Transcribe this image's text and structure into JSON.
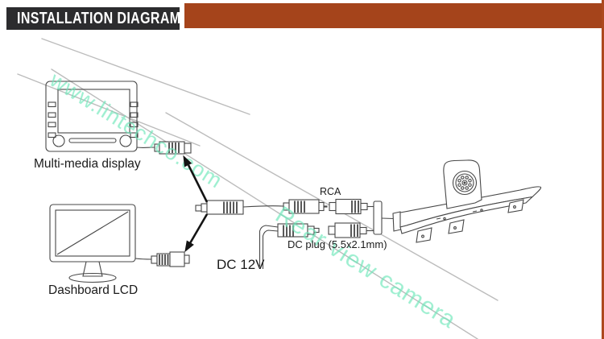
{
  "header": {
    "title": "INSTALLATION DIAGRAM"
  },
  "labels": {
    "multimedia_display": "Multi-media display",
    "dashboard_lcd": "Dashboard LCD",
    "rca": "RCA",
    "dc_plug": "DC plug (5.5x2.1mm)",
    "dc_power": "DC 12V"
  },
  "watermarks": {
    "site": "www.lintechco.com",
    "product": "Rear view camera"
  },
  "colors": {
    "banner_bg": "#2c2c2e",
    "banner_text": "#ffffff",
    "accent_orange": "#a5441b",
    "watermark_green": "#6fe7ba",
    "sketch_stroke": "#474747",
    "slash_gray": "#bcbcbc"
  }
}
